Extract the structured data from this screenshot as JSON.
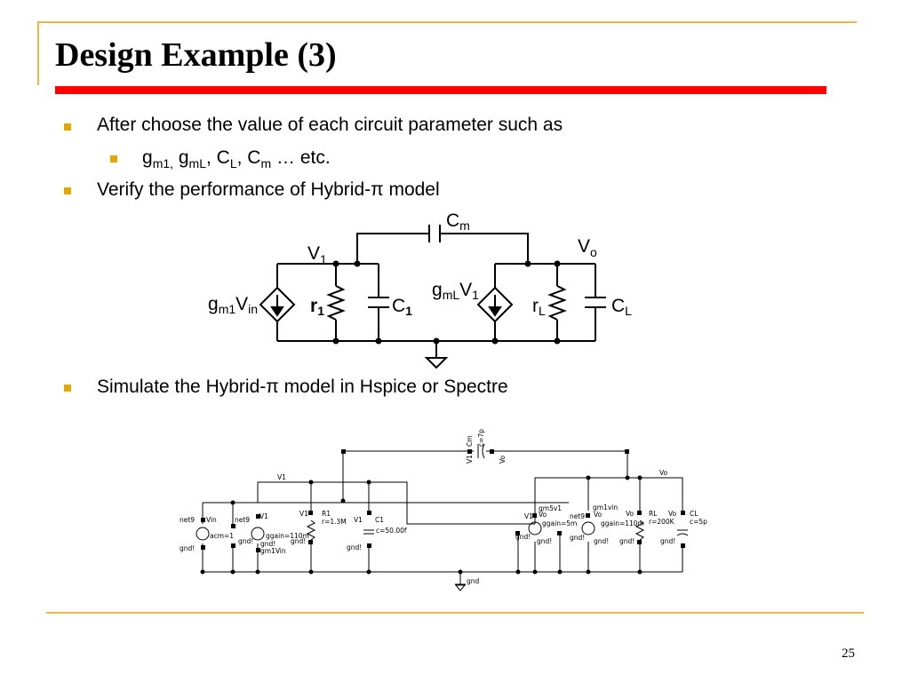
{
  "slide": {
    "title": "Design Example (3)",
    "page_number": "25",
    "bullets": [
      {
        "text": "After choose the value of each circuit parameter such as"
      },
      {
        "parts": [
          "g",
          "m1,",
          " g",
          "mL",
          ", C",
          "L",
          ", C",
          "m",
          " … etc."
        ]
      },
      {
        "text": "Verify the performance of Hybrid-π model"
      },
      {
        "text": "Simulate the Hybrid-π model in Hspice or Spectre"
      }
    ]
  },
  "hybrid_pi_diagram": {
    "cm": [
      "C",
      "m"
    ],
    "v1": [
      "V",
      "1"
    ],
    "vo": [
      "V",
      "o"
    ],
    "gm1vin": [
      "g",
      "m1",
      "V",
      "in"
    ],
    "r1": [
      "r",
      "1"
    ],
    "c1": [
      "C",
      "1"
    ],
    "gmlv1": [
      "g",
      "mL",
      "V",
      "1"
    ],
    "rl": [
      "r",
      "L"
    ],
    "cl": [
      "C",
      "L"
    ]
  },
  "schematic": {
    "labels": {
      "cm": "Cm",
      "c7p": "c=7p",
      "v1_cm": "V1",
      "vo_cm": "Vo",
      "v1_top": "V1",
      "vo_top": "Vo",
      "net9_a": "net9",
      "vin": "Vin",
      "net9_b": "net9",
      "v1_src": "V1",
      "acm": "acm=1",
      "ggain_a": "ggain=110m",
      "gnd_a": "gnd!",
      "gnd_b": "gnd!",
      "gm1vin_a": "gm1Vin",
      "gnd_c": "gnd!",
      "v1_r1": "V1",
      "r1": "R1",
      "r1_val": "r=1.3M",
      "gnd_r1": "gnd!",
      "v1_c1": "V1",
      "c1": "C1",
      "c1_val": "c=50.00f",
      "gnd_c1": "gnd!",
      "gm5v1": "gm5v1",
      "v1_g2": "V1",
      "vo_g2": "Vo",
      "ggain_b": "ggain=5m",
      "gnd_d": "gnd!",
      "gnd_e": "gnd!",
      "gm1vin_b": "gm1vin",
      "net9_c": "net9",
      "vo_g3": "Vo",
      "ggain_c": "ggain=110m",
      "gnd_f": "gnd!",
      "gnd_g": "gnd!",
      "vo_rl": "Vo",
      "rl": "RL",
      "rl_val": "r=200K",
      "gnd_rl": "gnd!",
      "vo_cl": "Vo",
      "cl": "CL",
      "cl_val": "c=5p",
      "gnd_cl": "gnd!",
      "gnd_main": "gnd"
    }
  }
}
